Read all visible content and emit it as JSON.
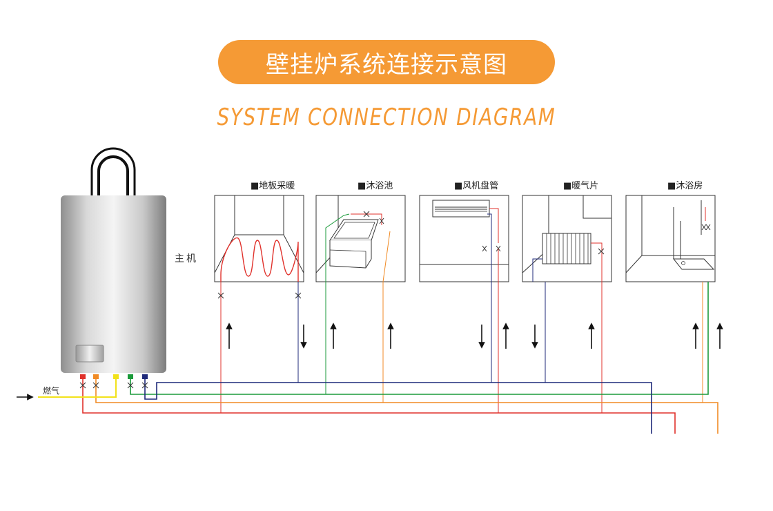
{
  "header": {
    "title": "壁挂炉系统连接示意图",
    "subtitle": "SYSTEM CONNECTION DIAGRAM"
  },
  "boiler": {
    "label": "主机"
  },
  "gas": {
    "label": "燃气"
  },
  "panels": [
    {
      "id": "floor-heating",
      "label": "■地板采暖"
    },
    {
      "id": "bathtub",
      "label": "■沐浴池"
    },
    {
      "id": "fan-coil",
      "label": "■风机盘管"
    },
    {
      "id": "radiator",
      "label": "■暖气片"
    },
    {
      "id": "shower-room",
      "label": "■沐浴房"
    }
  ],
  "colors": {
    "accent": "#f59a35",
    "supply_red": "#e0312b",
    "return_blue": "#1f2a7a",
    "green": "#1a9a3a",
    "orange": "#f08a24",
    "gas_yellow": "#f2e21a"
  }
}
